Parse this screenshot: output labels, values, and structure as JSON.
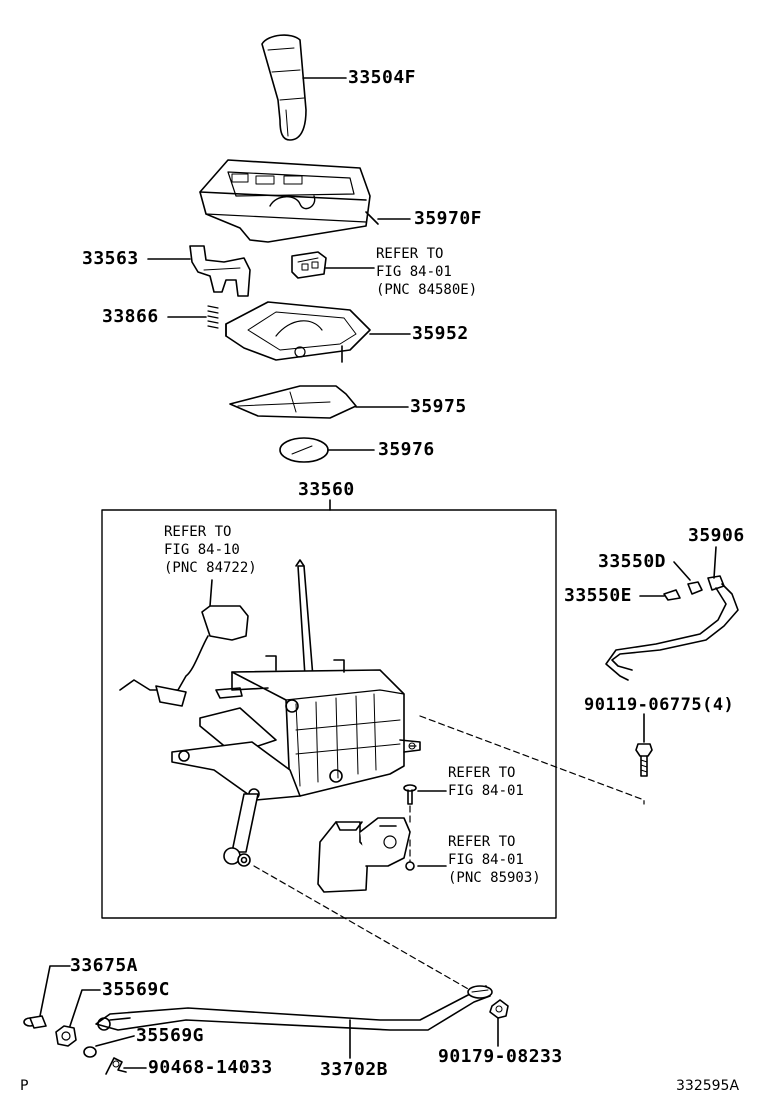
{
  "parts": {
    "p33504F": "33504F",
    "p35970F": "35970F",
    "p33563": "33563",
    "p33866": "33866",
    "p35952": "35952",
    "p35975": "35975",
    "p35976": "35976",
    "p33560": "33560",
    "p35906": "35906",
    "p33550D": "33550D",
    "p33550E": "33550E",
    "p90119": "90119-06775(4)",
    "p33675A": "33675A",
    "p35569C": "35569C",
    "p35569G": "35569G",
    "p90468": "90468-14033",
    "p33702B": "33702B",
    "p90179": "90179-08233"
  },
  "refs": {
    "ref_84580E": [
      "REFER TO",
      "FIG 84-01",
      "(PNC 84580E)"
    ],
    "ref_84722": [
      "REFER TO",
      "FIG 84-10",
      "(PNC 84722)"
    ],
    "ref_8401_a": [
      "REFER TO",
      "FIG 84-01"
    ],
    "ref_85903": [
      "REFER TO",
      "FIG 84-01",
      "(PNC 85903)"
    ]
  },
  "footer": {
    "left": "P",
    "right": "332595A"
  }
}
